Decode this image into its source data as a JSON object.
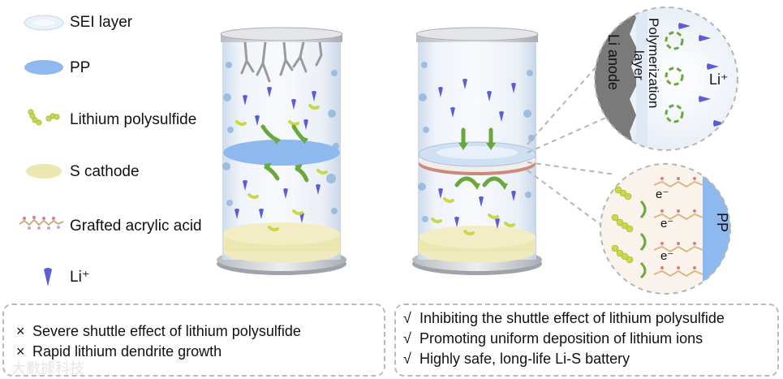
{
  "legend": {
    "sei_layer": "SEI  layer",
    "pp": "PP",
    "lithium_polysulfide": "Lithium polysulfide",
    "s_cathode": "S cathode",
    "grafted_acrylic_acid": "Grafted acrylic acid",
    "li_ion": "Li⁺"
  },
  "zoom_top": {
    "li_anode": "Li anode",
    "polymerization_layer": [
      "Polymerization",
      "layer"
    ],
    "li_ion": "Li⁺"
  },
  "zoom_bottom": {
    "electron": "e⁻",
    "pp": "PP"
  },
  "left_box": {
    "marker": "×",
    "lines": [
      "Severe shuttle effect of lithium polysulfide",
      "Rapid lithium dendrite growth"
    ]
  },
  "right_box": {
    "marker": "√",
    "lines": [
      "Inhibiting the shuttle effect of lithium polysulfide",
      "Promoting uniform deposition of lithium ions",
      "Highly safe, long-life Li-S battery"
    ]
  },
  "watermark": "大數據科技",
  "colors": {
    "pp_blue": "#8db9ee",
    "cathode": "#ece6b0",
    "arrow_green": "#6aa83b",
    "li_ion": "#5a5cd8",
    "polysulfide": "#c8d84a"
  }
}
